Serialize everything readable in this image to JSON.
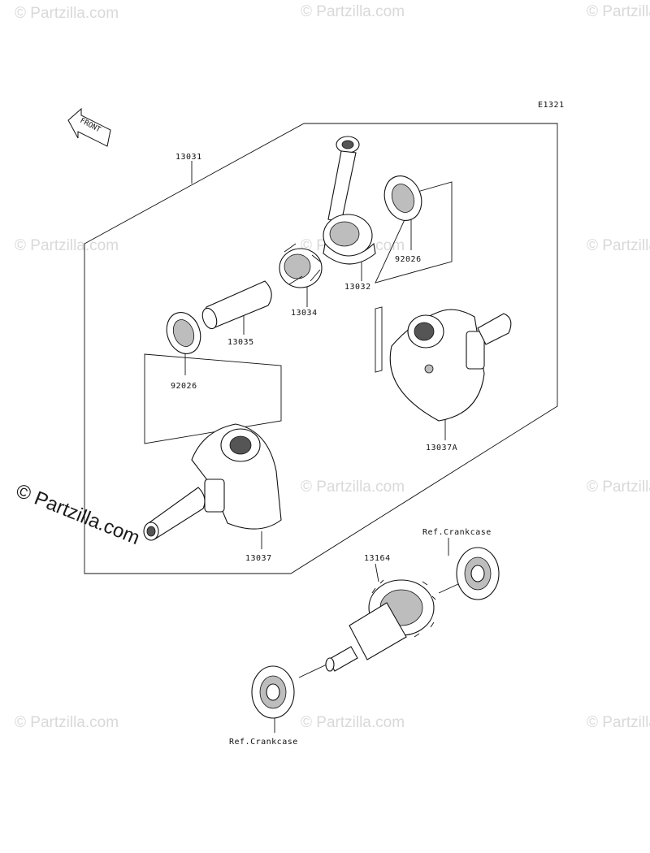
{
  "diagram": {
    "code": "E1321",
    "front_label": "FRONT",
    "parts": {
      "p13031": "13031",
      "p13032": "13032",
      "p92026_top": "92026",
      "p13034": "13034",
      "p13035": "13035",
      "p92026_bottom": "92026",
      "p13037A": "13037A",
      "p13037": "13037",
      "p13164": "13164"
    },
    "refs": {
      "crankcase_top": "Ref.Crankcase",
      "crankcase_bottom": "Ref.Crankcase"
    }
  },
  "watermark": {
    "text": "© Partzilla.com",
    "prominent_text": "© Partzilla.com"
  }
}
